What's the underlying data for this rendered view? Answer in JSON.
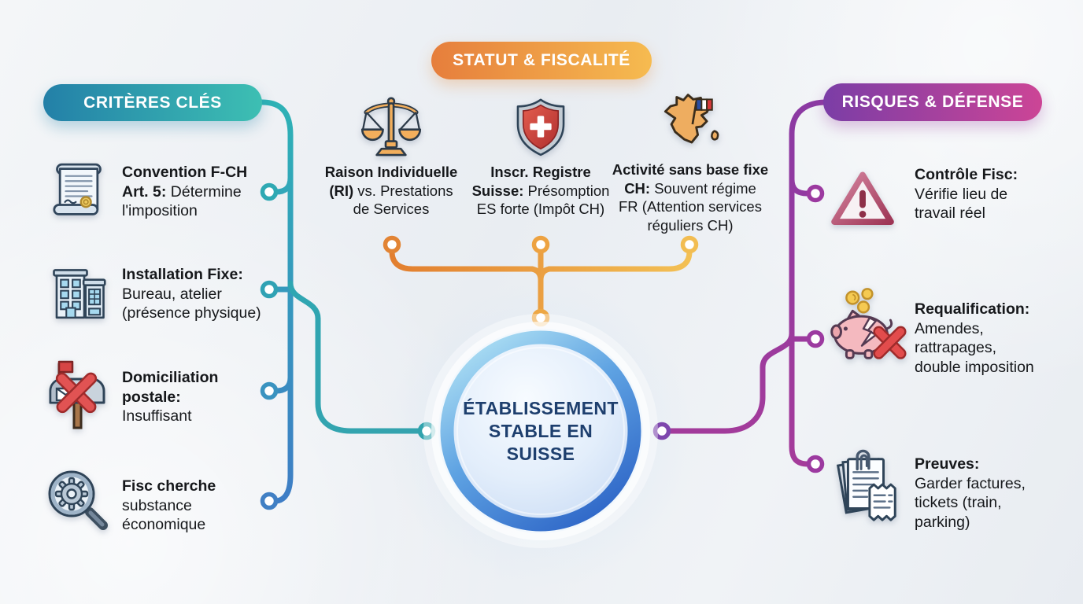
{
  "headers": {
    "left": "CRITÈRES CLÉS",
    "top": "STATUT & FISCALITÉ",
    "right": "RISQUES & DÉFENSE"
  },
  "center": {
    "lines": [
      "ÉTABLISSEMENT",
      "STABLE EN",
      "SUISSE"
    ]
  },
  "left_items": [
    {
      "icon": "contract-scroll-icon",
      "lines": [
        {
          "b": "Convention F-CH",
          "r": ""
        },
        {
          "b": "Art. 5:",
          "r": " Détermine"
        },
        {
          "b": "",
          "r": "l'imposition"
        }
      ]
    },
    {
      "icon": "office-building-icon",
      "lines": [
        {
          "b": "Installation Fixe:",
          "r": ""
        },
        {
          "b": "",
          "r": "Bureau, atelier"
        },
        {
          "b": "",
          "r": "(présence physique)"
        }
      ]
    },
    {
      "icon": "mailbox-crossed-icon",
      "lines": [
        {
          "b": "Domiciliation",
          "r": ""
        },
        {
          "b": "postale:",
          "r": ""
        },
        {
          "b": "",
          "r": "Insuffisant"
        }
      ]
    },
    {
      "icon": "magnifier-gear-icon",
      "lines": [
        {
          "b": "Fisc cherche",
          "r": ""
        },
        {
          "b": "",
          "r": "substance"
        },
        {
          "b": "",
          "r": "économique"
        }
      ]
    }
  ],
  "top_items": [
    {
      "icon": "justice-scales-icon",
      "lines": [
        {
          "b": "Raison Individuelle",
          "r": ""
        },
        {
          "b": "(RI)",
          "r": " vs. Prestations"
        },
        {
          "b": "",
          "r": "de Services"
        }
      ]
    },
    {
      "icon": "swiss-shield-icon",
      "lines": [
        {
          "b": "Inscr. Registre",
          "r": ""
        },
        {
          "b": "Suisse:",
          "r": " Présomption"
        },
        {
          "b": "",
          "r": "ES forte (Impôt CH)"
        }
      ]
    },
    {
      "icon": "france-map-icon",
      "lines": [
        {
          "b": "Activité sans base fixe",
          "r": ""
        },
        {
          "b": "CH:",
          "r": " Souvent régime"
        },
        {
          "b": "",
          "r": "FR (Attention services"
        },
        {
          "b": "",
          "r": "réguliers CH)"
        }
      ]
    }
  ],
  "right_items": [
    {
      "icon": "warning-triangle-icon",
      "lines": [
        {
          "b": "Contrôle Fisc:",
          "r": ""
        },
        {
          "b": "",
          "r": "Vérifie lieu de"
        },
        {
          "b": "",
          "r": "travail réel"
        }
      ]
    },
    {
      "icon": "broken-piggy-bank-icon",
      "lines": [
        {
          "b": "Requalification:",
          "r": ""
        },
        {
          "b": "",
          "r": "Amendes,"
        },
        {
          "b": "",
          "r": "rattrapages,"
        },
        {
          "b": "",
          "r": "double imposition"
        }
      ]
    },
    {
      "icon": "receipts-icon",
      "lines": [
        {
          "b": "Preuves:",
          "r": ""
        },
        {
          "b": "",
          "r": "Garder factures,"
        },
        {
          "b": "",
          "r": "tickets (train,"
        },
        {
          "b": "",
          "r": "parking)"
        }
      ]
    }
  ],
  "colors": {
    "teal_start": "#2380a8",
    "teal_end": "#3dbfb3",
    "orange_start": "#e67e3c",
    "orange_end": "#f6bb50",
    "purple_start": "#7b3da6",
    "magenta_end": "#cc4596",
    "line_teal": "#2db3b5",
    "line_blue": "#3f7cc6",
    "line_orange": "#eda03f",
    "line_purple": "#9c3aa0",
    "ring_blue": "#2c63c6",
    "center_text": "#1e3f6e"
  }
}
